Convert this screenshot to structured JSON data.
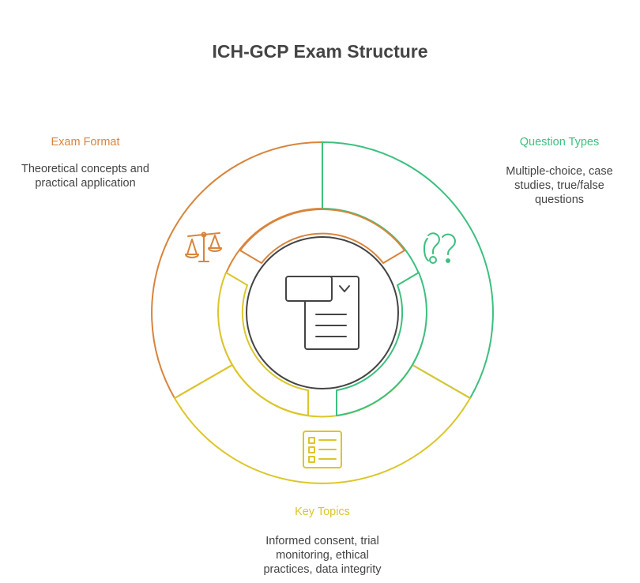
{
  "title": "ICH-GCP Exam Structure",
  "colors": {
    "exam_format": "#D9843B",
    "question_types": "#3DBF7F",
    "key_topics": "#DBC62A",
    "center": "#444444"
  },
  "sections": {
    "exam_format": {
      "label": "Exam Format",
      "description": "Theoretical concepts and practical application",
      "icon": "scales-icon"
    },
    "question_types": {
      "label": "Question Types",
      "description": "Multiple-choice, case studies, true/false questions",
      "icon": "question-marks-icon"
    },
    "key_topics": {
      "label": "Key Topics",
      "description": "Informed consent, trial monitoring, ethical practices, data integrity",
      "icon": "checklist-icon"
    }
  },
  "center": {
    "icon": "exam-document-icon"
  }
}
